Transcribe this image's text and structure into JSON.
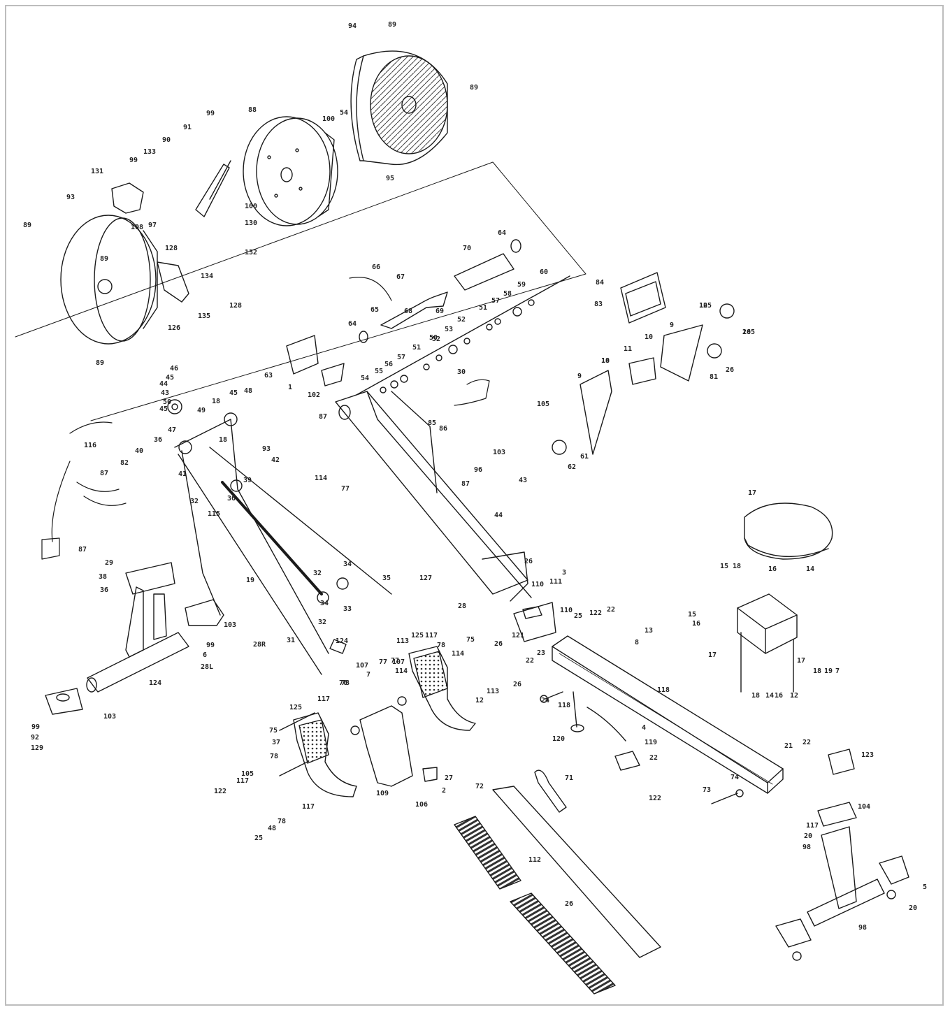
{
  "colors": {
    "line": "#1a1a1a",
    "fill": "#ffffff",
    "frame": "#bdbdbd",
    "hatch": "#555555"
  },
  "part_labels": [
    "89",
    "94",
    "89",
    "99",
    "88",
    "100",
    "54",
    "91",
    "90",
    "133",
    "131",
    "99",
    "95",
    "93",
    "100",
    "89",
    "108",
    "97",
    "130",
    "132",
    "128",
    "89",
    "134",
    "126",
    "135",
    "128",
    "89",
    "64",
    "70",
    "66",
    "67",
    "65",
    "68",
    "69",
    "60",
    "59",
    "58",
    "57",
    "51",
    "64",
    "52",
    "53",
    "50",
    "51",
    "57",
    "56",
    "55",
    "54",
    "52",
    "84",
    "83",
    "12",
    "105",
    "9",
    "10",
    "11",
    "10",
    "9",
    "18",
    "105",
    "26",
    "81",
    "26",
    "105",
    "61",
    "62",
    "63",
    "1",
    "102",
    "87",
    "30",
    "85",
    "86",
    "103",
    "96",
    "87",
    "43",
    "44",
    "46",
    "45",
    "44",
    "43",
    "50",
    "45",
    "49",
    "18",
    "45",
    "48",
    "47",
    "36",
    "18",
    "93",
    "42",
    "40",
    "41",
    "39",
    "36",
    "32",
    "115",
    "82",
    "116",
    "87",
    "87",
    "77",
    "114",
    "29",
    "38",
    "36",
    "19",
    "32",
    "34",
    "35",
    "34",
    "33",
    "32",
    "31",
    "28R",
    "124",
    "103",
    "99",
    "6",
    "28L",
    "124",
    "103",
    "99",
    "92",
    "129",
    "127",
    "26",
    "110",
    "111",
    "3",
    "28",
    "110",
    "121",
    "26",
    "25",
    "122",
    "22",
    "13",
    "8",
    "17",
    "16",
    "15",
    "18",
    "14",
    "15",
    "16",
    "17",
    "18",
    "14",
    "16",
    "17",
    "18",
    "19",
    "7",
    "12",
    "113",
    "125",
    "117",
    "78",
    "75",
    "114",
    "77",
    "107",
    "114",
    "77",
    "107",
    "76",
    "117",
    "78",
    "7",
    "12",
    "113",
    "125",
    "75",
    "37",
    "78",
    "117",
    "105",
    "122",
    "27",
    "2",
    "106",
    "109",
    "78",
    "117",
    "48",
    "25",
    "26",
    "22",
    "23",
    "24",
    "118",
    "120",
    "4",
    "119",
    "118",
    "22",
    "122",
    "21",
    "22",
    "123",
    "74",
    "73",
    "71",
    "72",
    "112",
    "26",
    "104",
    "117",
    "20",
    "98",
    "5",
    "20",
    "98"
  ]
}
